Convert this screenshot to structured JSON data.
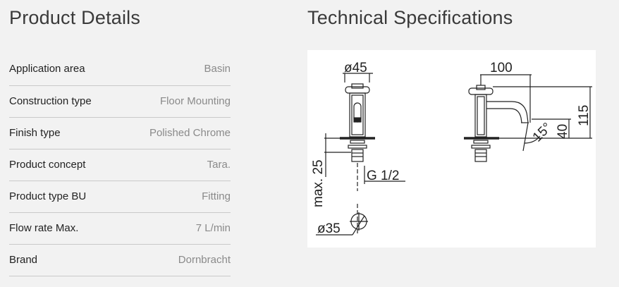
{
  "product_details": {
    "title": "Product Details",
    "rows": [
      {
        "key": "Application area",
        "value": "Basin"
      },
      {
        "key": "Construction type",
        "value": "Floor Mounting"
      },
      {
        "key": "Finish type",
        "value": "Polished Chrome"
      },
      {
        "key": "Product concept",
        "value": "Tara."
      },
      {
        "key": "Product type BU",
        "value": "Fitting"
      },
      {
        "key": "Flow rate Max.",
        "value": "7 L/min"
      },
      {
        "key": "Brand",
        "value": "Dornbracht"
      }
    ]
  },
  "technical_specifications": {
    "title": "Technical Specifications",
    "drawing_labels": {
      "diameter_top": "ø45",
      "height_max": "max. 25",
      "thread": "G 1/2",
      "diameter_bottom": "ø35",
      "spout_length": "100",
      "height_total": "115",
      "spout_height": "40",
      "angle": "15°"
    }
  }
}
